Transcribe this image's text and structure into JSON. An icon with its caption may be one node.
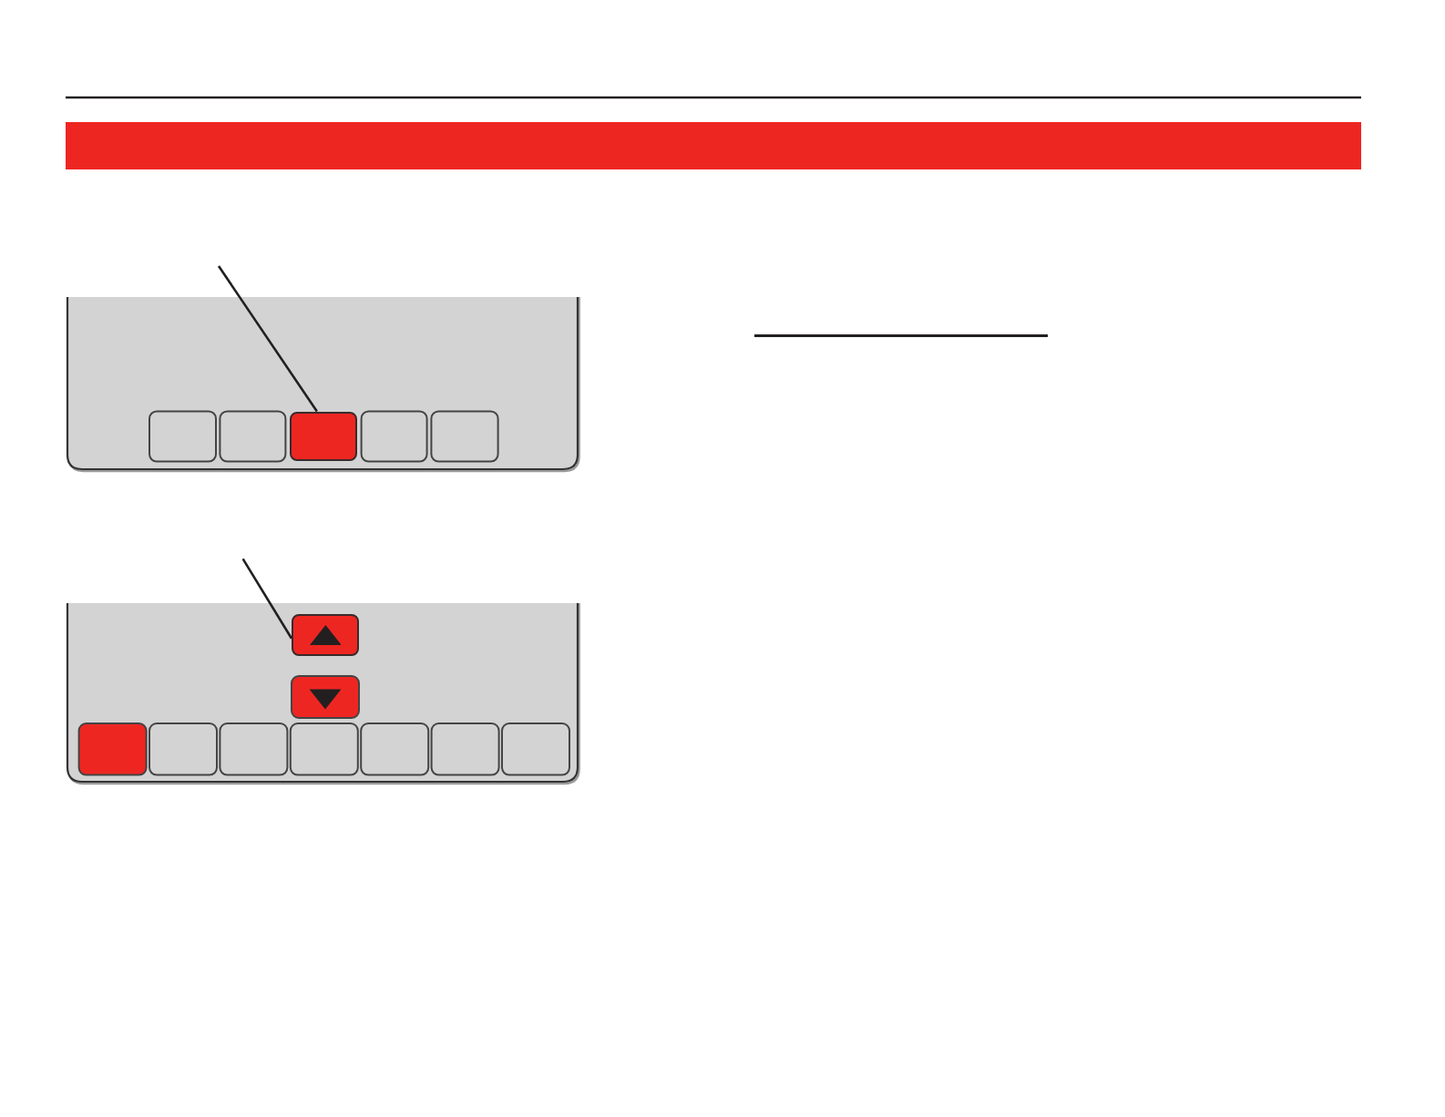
{
  "diagram": {
    "nodes": [
      {
        "text": [],
        "shape": "box"
      },
      {
        "text": [],
        "shape": "box"
      }
    ],
    "edges": [
      {
        "from": null,
        "to": 0,
        "arrow": "none"
      },
      {
        "from": null,
        "to": 1,
        "arrow": "none"
      }
    ]
  }
}
